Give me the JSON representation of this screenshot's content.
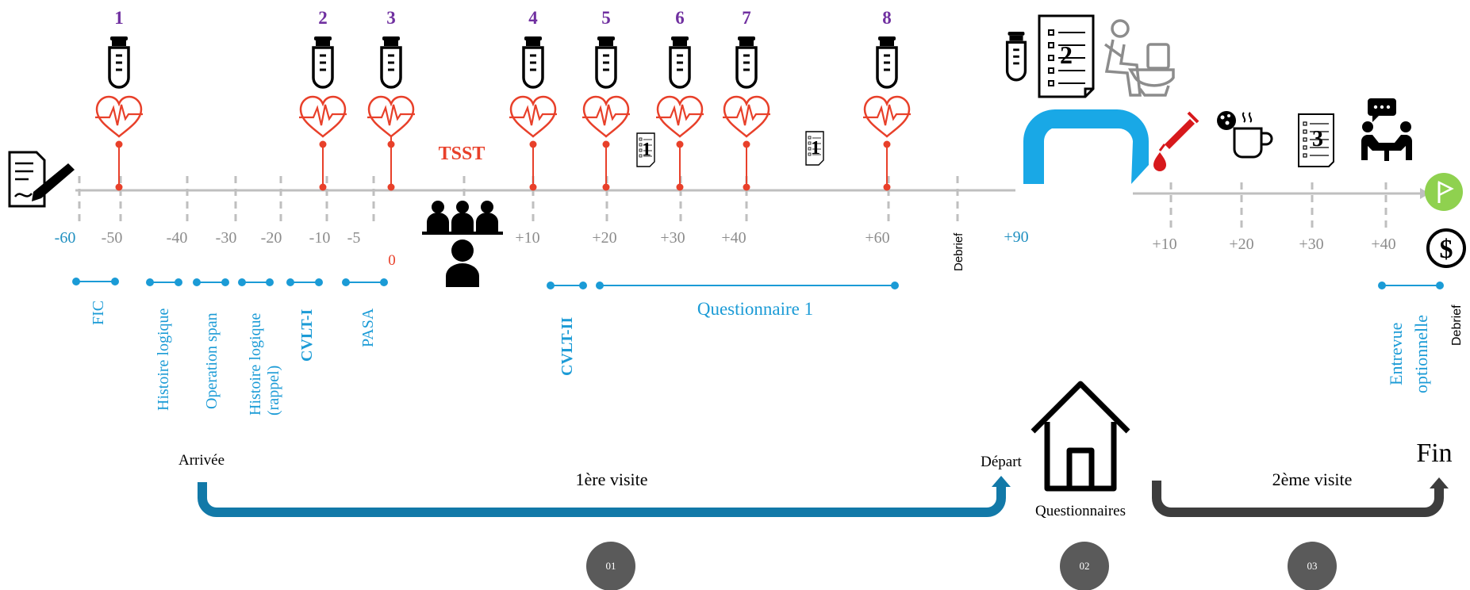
{
  "colors": {
    "purple": "#7030a0",
    "red": "#e8402a",
    "blue": "#1b9bd6",
    "teal_text": "#1f8fc0",
    "gray": "#8c8c8c",
    "axis": "#bfbfbf",
    "dark": "#3d3d3d",
    "green": "#8fd14f",
    "arch": "#19a8e6",
    "visit1": "#1279a8"
  },
  "samples": [
    "1",
    "2",
    "3",
    "4",
    "5",
    "6",
    "7",
    "8"
  ],
  "ticks1": [
    "-60",
    "-50",
    "-40",
    "-30",
    "-20",
    "-10",
    "-5",
    "0",
    "+10",
    "+20",
    "+30",
    "+40",
    "+60"
  ],
  "ticks1_zero": "0",
  "debrief": "Debrief",
  "tick90": "+90",
  "ticks2": [
    "+10",
    "+20",
    "+30",
    "+40"
  ],
  "tsst": "TSST",
  "questionnaire_badge": "1",
  "stacked_badge": "2",
  "badge3": "3",
  "tasks": {
    "fic": "FIC",
    "histoire": "Histoire logique",
    "ospan": "Operation span",
    "histoire_rappel_1": "Histoire logique",
    "histoire_rappel_2": "(rappel)",
    "cvlt1": "CVLT-I",
    "pasa": "PASA",
    "cvlt2": "CVLT-II",
    "questionnaire1": "Questionnaire 1",
    "entrevue_1": "Entrevue",
    "entrevue_2": "optionnelle",
    "debrief2": "Debrief"
  },
  "bottom": {
    "arrivee": "Arrivée",
    "depart": "Départ",
    "visit1": "1ère visite",
    "questionnaires": "Questionnaires",
    "visit2": "2ème visite",
    "fin": "Fin",
    "steps": [
      "01",
      "02",
      "03"
    ]
  },
  "icons": {
    "consent": "consent-form-icon",
    "tube": "test-tube-icon",
    "heart": "heart-rate-icon",
    "audience": "audience-panel-icon",
    "doc": "document-checklist-icon",
    "toilet": "toilet-user-icon",
    "syringe": "syringe-icon",
    "coffee": "coffee-snack-icon",
    "interview": "interview-icon",
    "flag": "flag-icon",
    "dollar": "dollar-icon",
    "house": "house-icon"
  }
}
